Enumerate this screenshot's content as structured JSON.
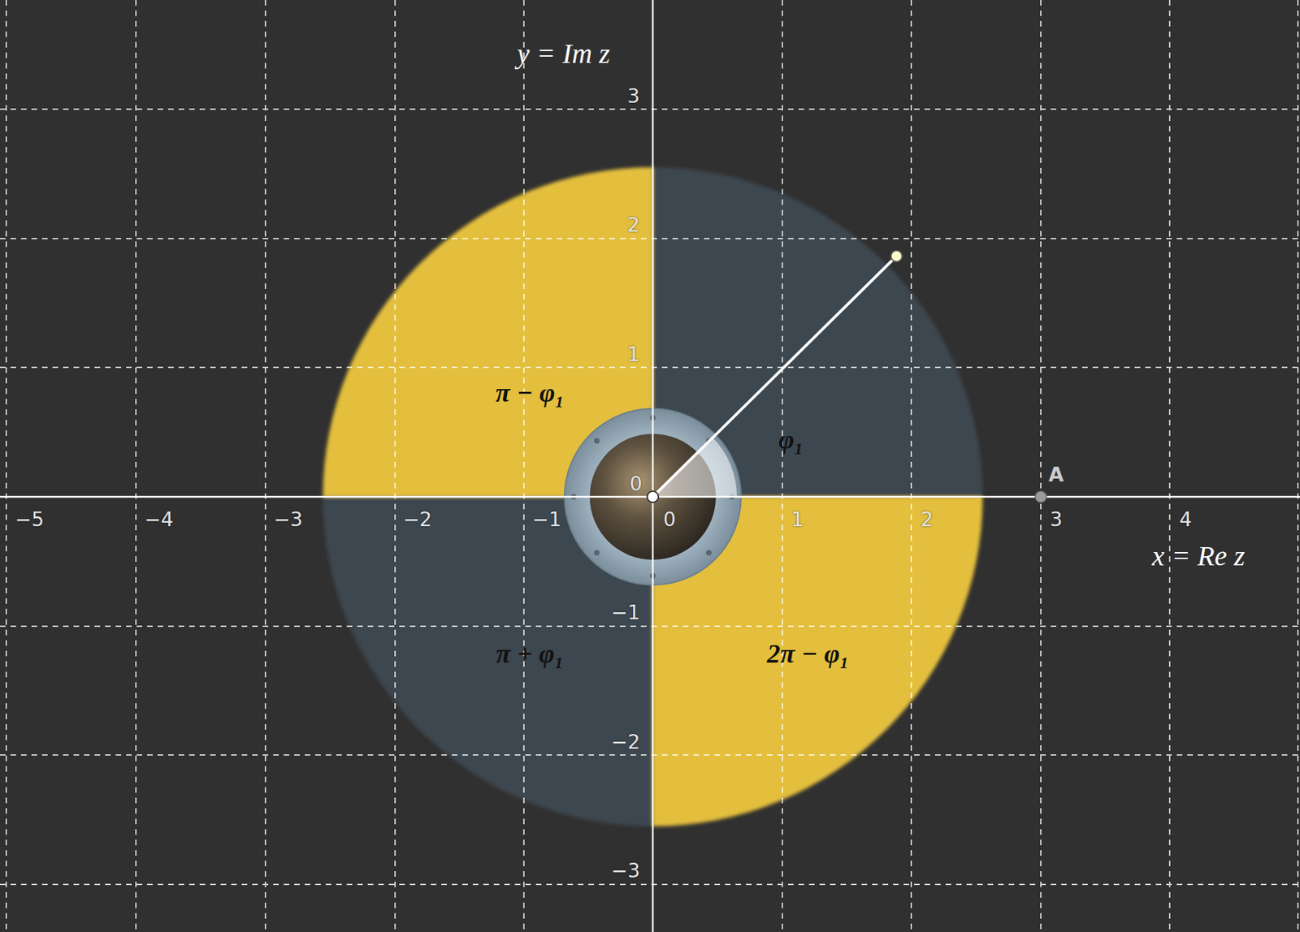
{
  "diagram": {
    "labels": [
      "y = Im z",
      "x = Re z",
      "3",
      "2",
      "1",
      "0",
      "−1",
      "−2",
      "−3",
      "−5",
      "−4",
      "−3",
      "−2",
      "−1",
      "0",
      "1",
      "2",
      "3",
      "4",
      "π − φ₁",
      "φ₁",
      "π + φ₁",
      "2π − φ₁",
      "A"
    ]
  }
}
